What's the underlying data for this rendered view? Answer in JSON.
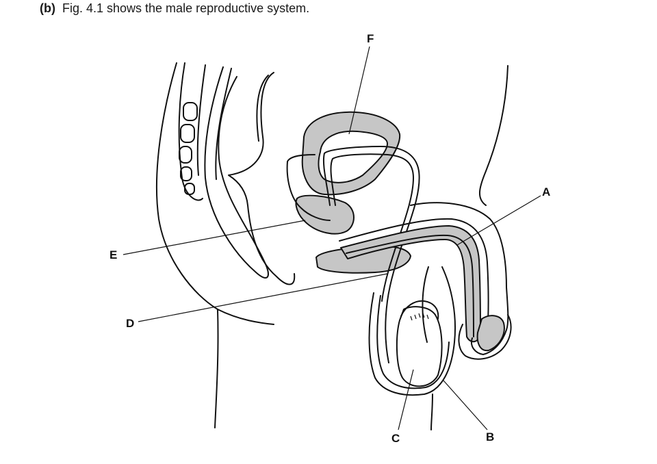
{
  "question": {
    "part": "(b)",
    "text": "Fig. 4.1 shows the male reproductive system."
  },
  "labels": {
    "A": "A",
    "B": "B",
    "C": "C",
    "D": "D",
    "E": "E",
    "F": "F"
  },
  "colors": {
    "line": "#111111",
    "organ_fill": "#c6c6c6",
    "background": "#ffffff"
  }
}
